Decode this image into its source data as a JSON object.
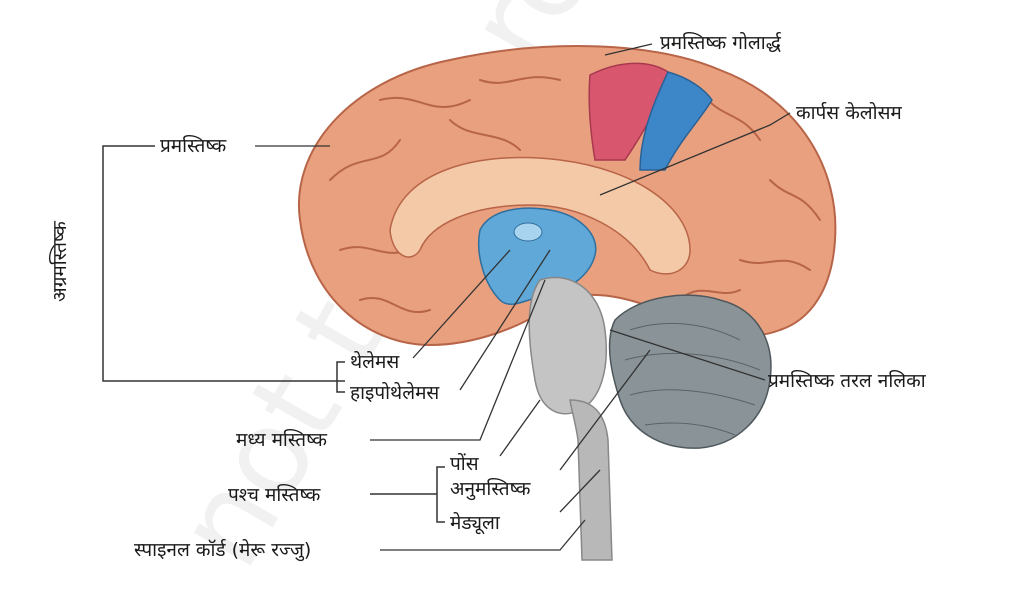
{
  "labels": {
    "cerebral_hemisphere": "प्रमस्तिष्क गोलार्द्ध",
    "corpus_callosum": "कार्पस केलोसम",
    "cerebrum": "प्रमस्तिष्क",
    "forebrain": "अग्रमस्तिष्क",
    "thalamus": "थेलेमस",
    "hypothalamus": "हाइपोथेलेमस",
    "cerebral_aqueduct": "प्रमस्तिष्क तरल नलिका",
    "midbrain": "मध्य मस्तिष्क",
    "pons": "पोंस",
    "cerebellum": "अनुमस्तिष्क",
    "hindbrain": "पश्च मस्तिष्क",
    "medulla": "मेड्यूला",
    "spinal_cord": "स्पाइनल कॉर्ड (मेरू रज्जु)"
  },
  "watermark": "not to be republished",
  "colors": {
    "cortex": "#e8a07e",
    "cortex_dark": "#b86448",
    "inner_cortex": "#f3c9a8",
    "ventricle": "#5fa8d8",
    "red_region": "#d9566f",
    "blue_region": "#3d86c8",
    "brainstem": "#b8b8b8",
    "cerebellum": "#8a9498",
    "line": "#333333"
  }
}
